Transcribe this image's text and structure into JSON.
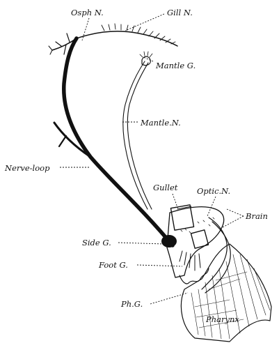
{
  "diagram": {
    "labels": {
      "osph_n": "Osph N.",
      "gill_n": "Gill N.",
      "mantle_g": "Mantle G.",
      "mantle_n": "Mantle.N.",
      "nerve_loop": "Nerve-loop",
      "gullet": "Gullet",
      "optic_n": "Optic.N.",
      "brain": "Brain",
      "side_g": "Side G.",
      "foot_g": "Foot G.",
      "ph_g": "Ph.G.",
      "pharynx": "Pharynx"
    },
    "colors": {
      "ink": "#111111",
      "paper": "#ffffff"
    }
  }
}
